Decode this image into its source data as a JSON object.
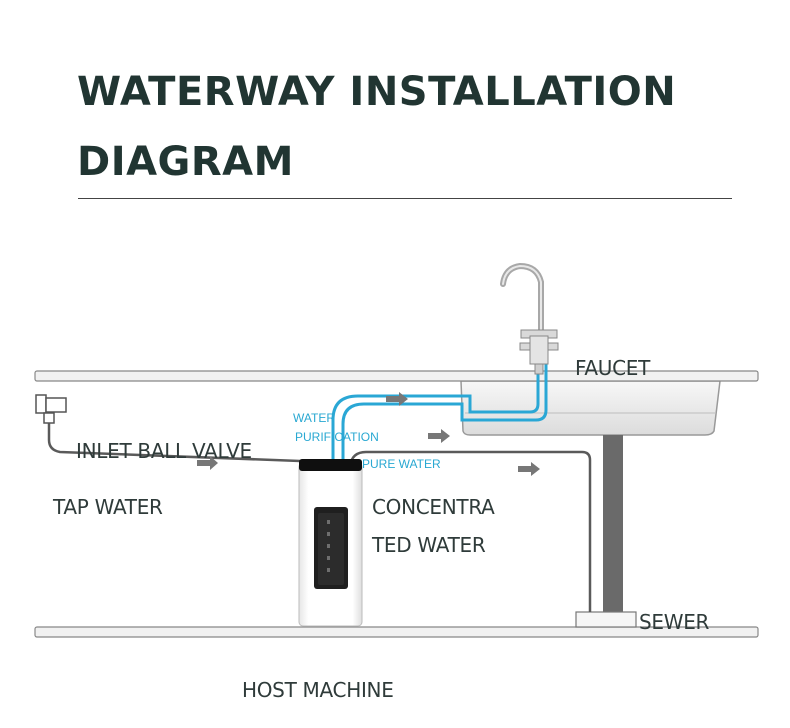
{
  "title": {
    "line1": "WATERWAY INSTALLATION",
    "line2": "DIAGRAM"
  },
  "labels": {
    "faucet": "FAUCET",
    "inlet_ball_valve": "INLET BALL VALVE",
    "tap_water": "TAP WATER",
    "concentrated_water_line1": "CONCENTRA",
    "concentrated_water_line2": "TED WATER",
    "sewer": "SEWER",
    "host_machine": "HOST MACHINE"
  },
  "flow_labels": {
    "water_purification_line1": "WATER",
    "water_purification_line2": "PURIFICATION",
    "pure_water": "PURE WATER"
  },
  "colors": {
    "title": "#213532",
    "label": "#2f3b3a",
    "pure_water_pipe": "#2aa7d5",
    "waste_pipe": "#555555",
    "arrow": "#777777",
    "counter": "#f1f1f1",
    "counter_edge": "#888888"
  }
}
